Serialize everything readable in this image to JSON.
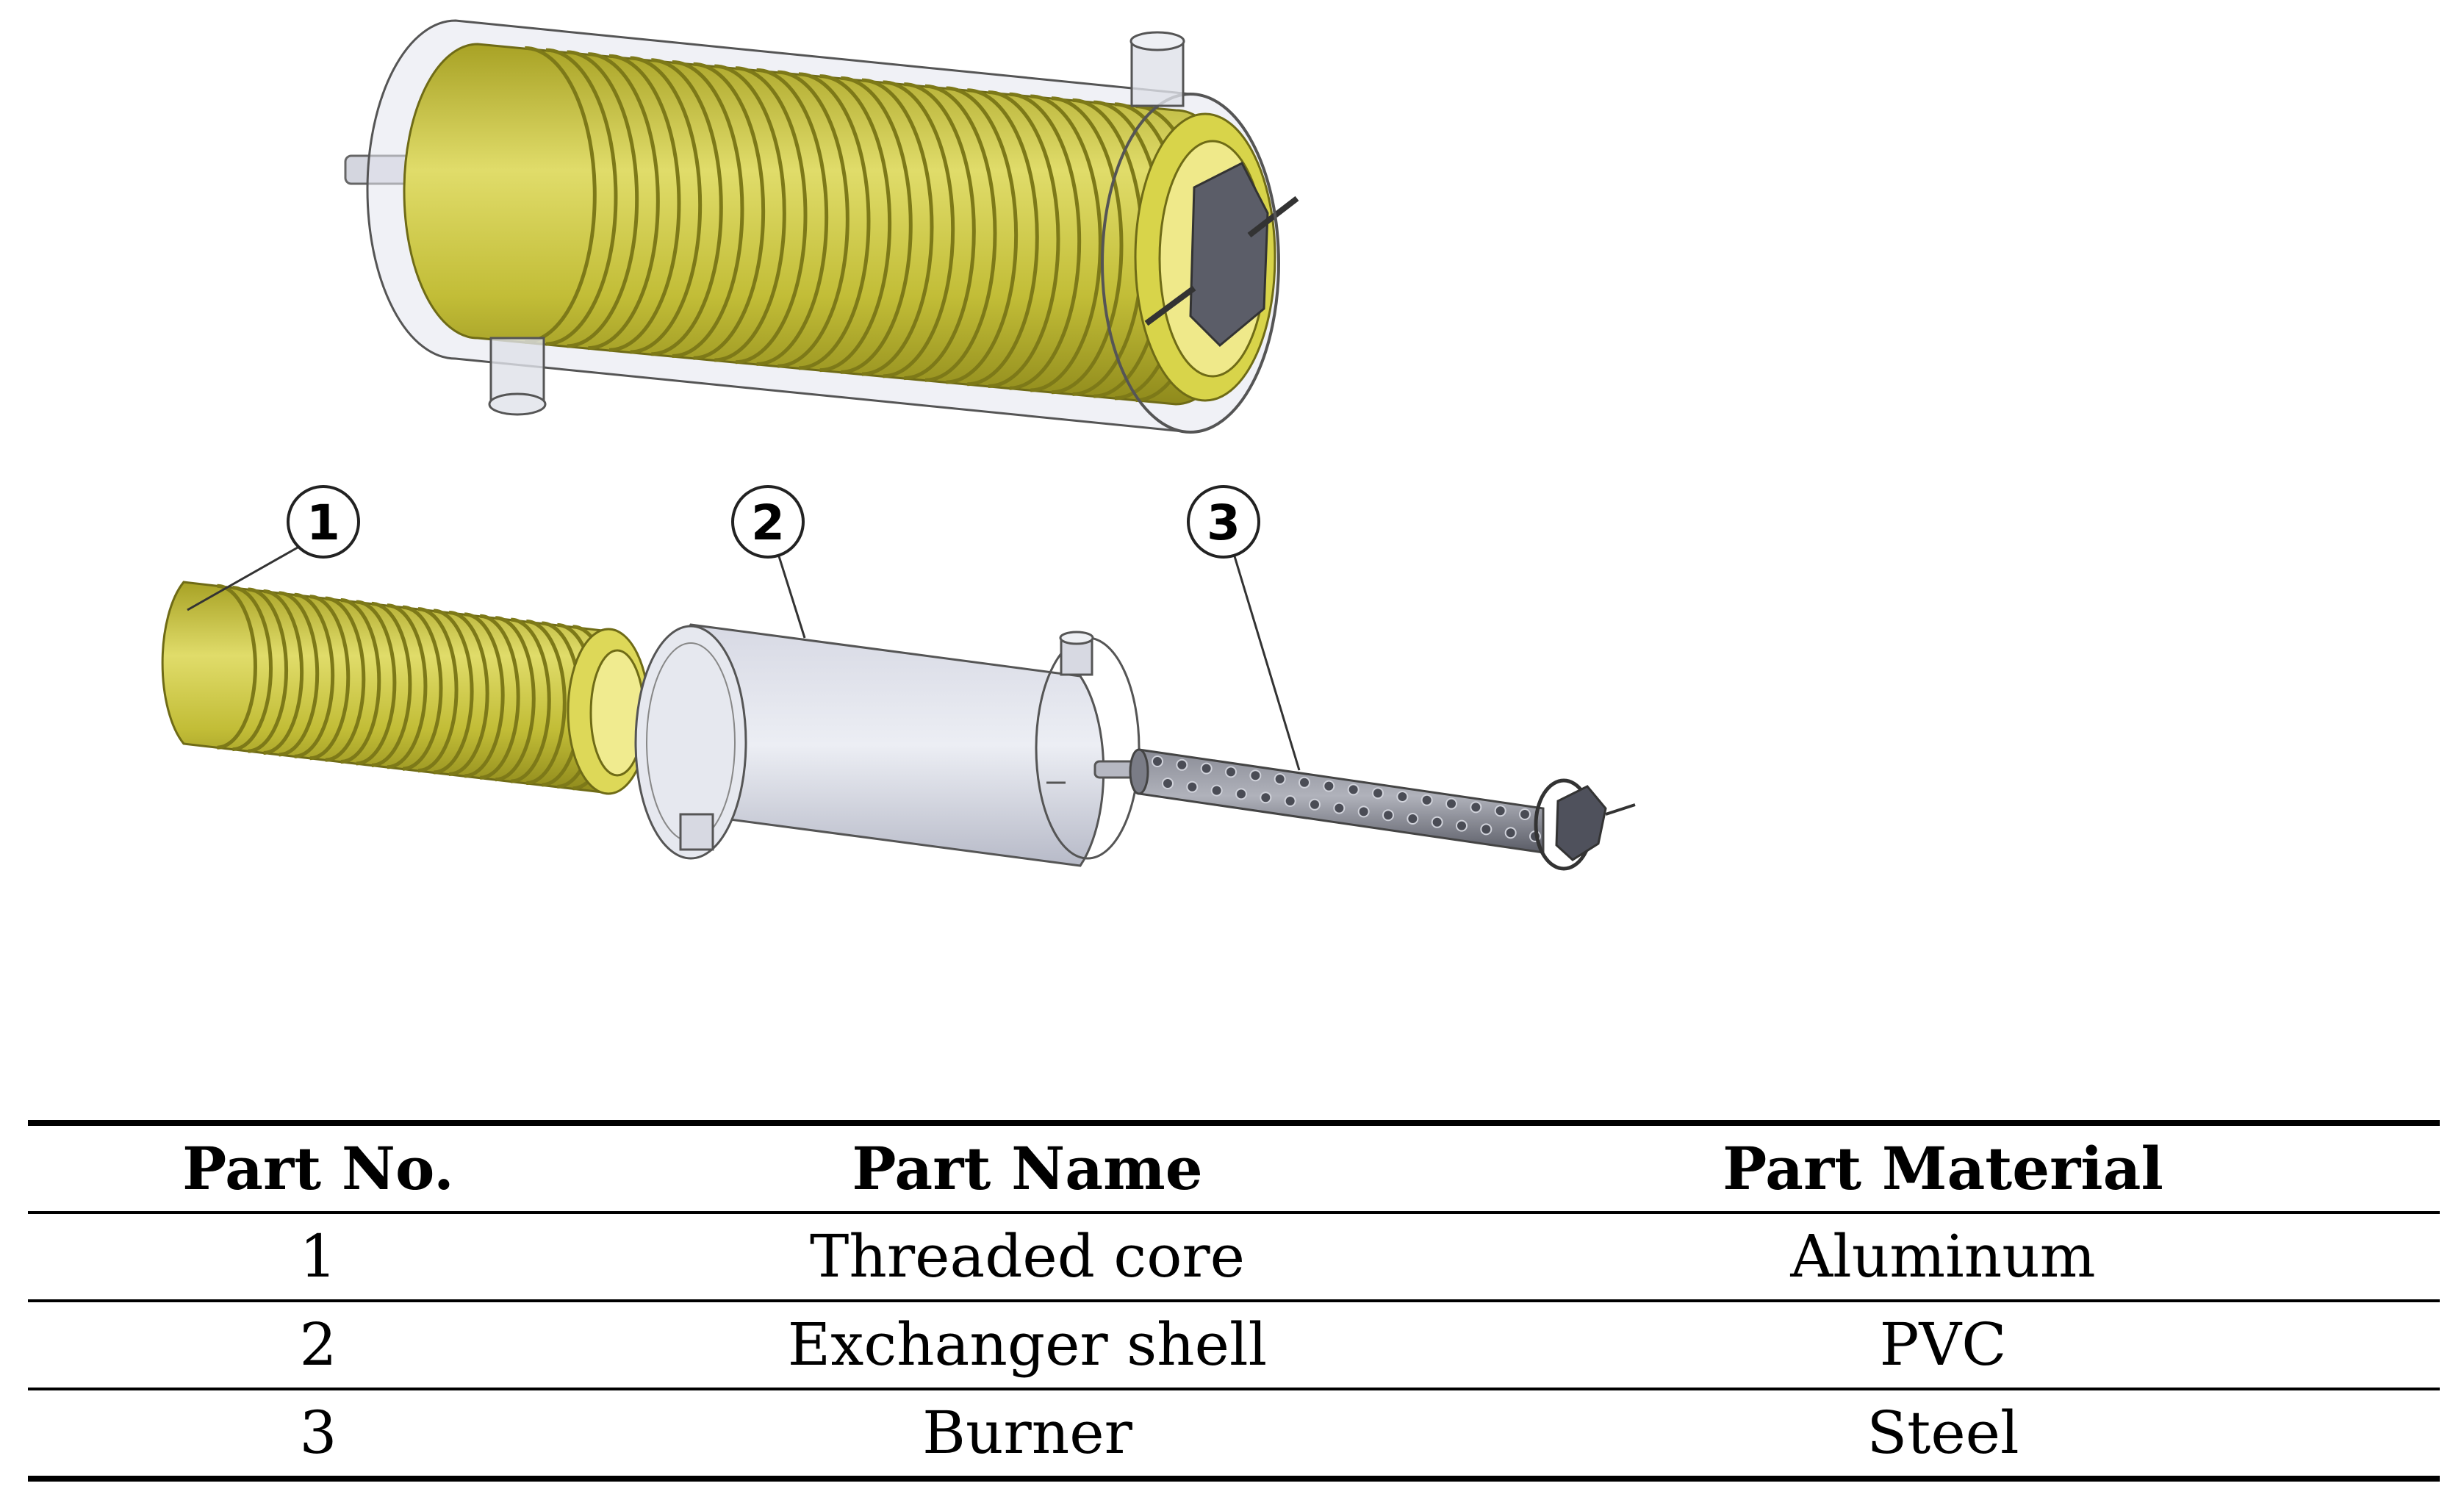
{
  "callouts": [
    "1",
    "2",
    "3"
  ],
  "table": {
    "headers": [
      "Part No.",
      "Part Name",
      "Part Material"
    ],
    "rows": [
      [
        "1",
        "Threaded core",
        "Aluminum"
      ],
      [
        "2",
        "Exchanger shell",
        "PVC"
      ],
      [
        "3",
        "Burner",
        "Steel"
      ]
    ]
  },
  "colors": {
    "core": "#c8c43a",
    "core_dark": "#8f8a1c",
    "shell": "#c9ccd8",
    "burner": "#6e707a",
    "outline": "#555555"
  }
}
